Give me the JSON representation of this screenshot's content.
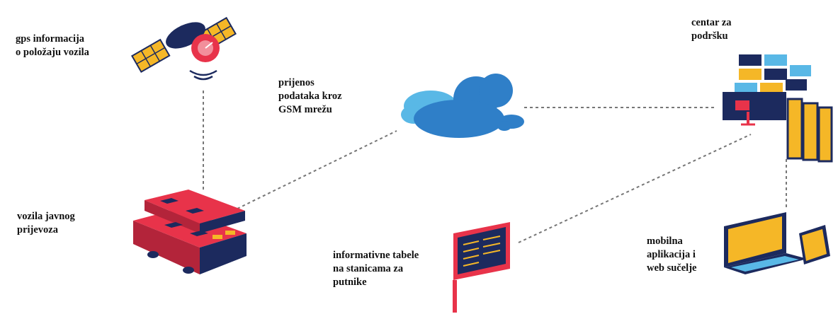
{
  "labels": {
    "gps": [
      "gps informacija",
      "o položaju vozila"
    ],
    "network": [
      "prijenos",
      "podataka kroz",
      "GSM mrežu"
    ],
    "support": [
      "centar za",
      "podršku"
    ],
    "vehicles": [
      "vozila javnog",
      "prijevoza"
    ],
    "boards": [
      "informativne tabele",
      "na stanicama za",
      "putnike"
    ],
    "apps": [
      "mobilna",
      "aplikacija i",
      "web sučelje"
    ]
  },
  "colors": {
    "red": "#e8334a",
    "dark_red": "#b3243a",
    "navy": "#1c2a5e",
    "yellow": "#f5b727",
    "light_blue": "#59b8e6",
    "blue": "#2f7fc8",
    "connector": "#777777"
  },
  "icons": [
    "satellite-icon",
    "cloud-icon",
    "support-center-icon",
    "bus-icon",
    "info-board-icon",
    "laptop-icon",
    "tablet-icon"
  ]
}
